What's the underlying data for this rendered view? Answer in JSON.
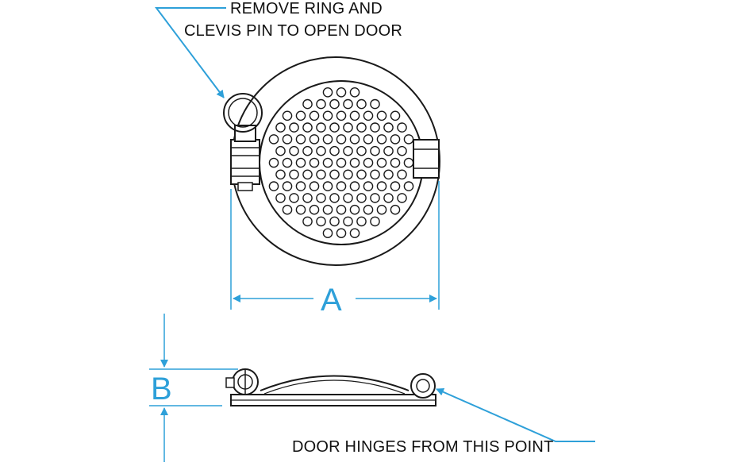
{
  "callouts": {
    "remove_line1": "REMOVE RING AND",
    "remove_line2": "CLEVIS PIN TO OPEN DOOR",
    "hinge": "DOOR HINGES FROM THIS POINT"
  },
  "dimensions": {
    "a_label": "A",
    "b_label": "B"
  },
  "colors": {
    "dimension": "#2ea0d9",
    "outline": "#1a1a1a"
  }
}
